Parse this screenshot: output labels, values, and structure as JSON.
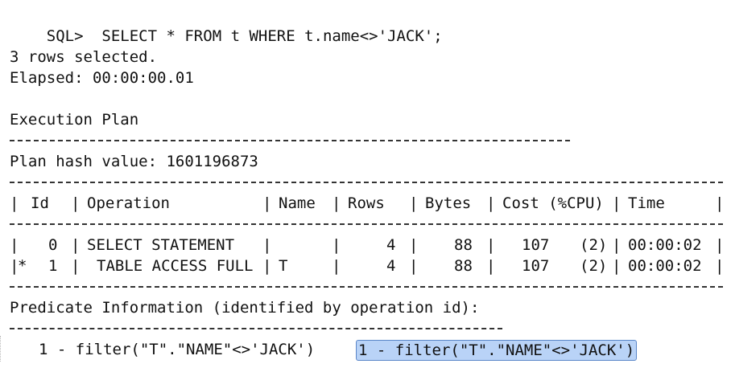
{
  "terminal": {
    "prompt": "SQL>",
    "query": "SELECT * FROM t WHERE t.name<>'JACK';",
    "rows_selected": "3 rows selected.",
    "elapsed": "Elapsed: 00:00:00.01",
    "execution_plan_title": "Execution Plan",
    "plan_hash": "Plan hash value: 1601196873",
    "table": {
      "headers": {
        "id": "Id",
        "operation": "Operation",
        "name": "Name",
        "rows": "Rows",
        "bytes": "Bytes",
        "cost": "Cost (%CPU)",
        "time": "Time"
      },
      "rows": [
        {
          "marker": "",
          "id": "0",
          "operation": "SELECT STATEMENT",
          "name": "",
          "rows": "4",
          "bytes": "88",
          "cost": "107",
          "cpu": "(2)",
          "time": "00:00:02"
        },
        {
          "marker": "*",
          "id": "1",
          "operation": "TABLE ACCESS FULL",
          "name": "T",
          "rows": "4",
          "bytes": "88",
          "cost": "107",
          "cpu": "(2)",
          "time": "00:00:02"
        }
      ]
    },
    "predicate_title": "Predicate Information (identified by operation id):",
    "predicate_line": "1 - filter(\"T\".\"NAME\"<>'JACK')",
    "predicate_selected": "1 - filter(\"T\".\"NAME\"<>'JACK')"
  }
}
